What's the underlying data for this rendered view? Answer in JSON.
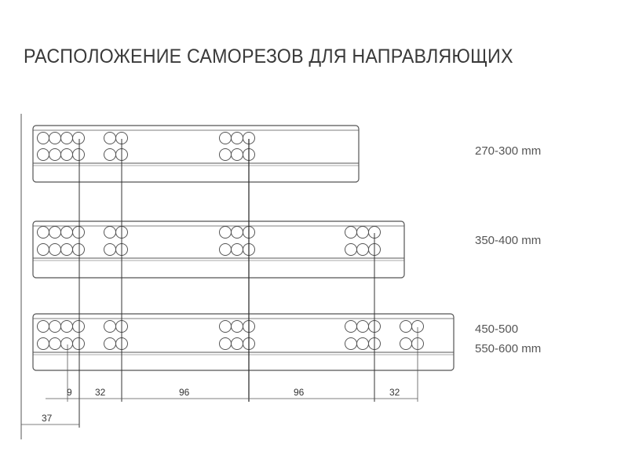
{
  "title": "РАСПОЛОЖЕНИЕ САМОРЕЗОВ ДЛЯ НАПРАВЛЯЮЩИХ",
  "rails": [
    {
      "label": "270-300 mm",
      "hole_groups": [
        4,
        2,
        3
      ]
    },
    {
      "label": "350-400 mm",
      "hole_groups": [
        4,
        2,
        3,
        3
      ]
    },
    {
      "label": "450-500",
      "label2": "550-600 mm",
      "hole_groups": [
        4,
        2,
        3,
        3,
        2
      ]
    }
  ],
  "dimensions": [
    "9",
    "32",
    "96",
    "96",
    "32",
    "37"
  ],
  "colors": {
    "line": "#555555",
    "text": "#3a3a3a"
  }
}
